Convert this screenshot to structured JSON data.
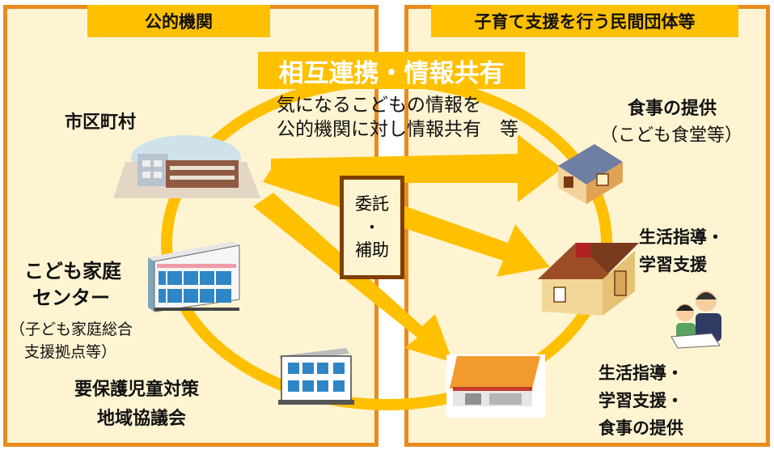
{
  "public_panel": {
    "title": "公的機関",
    "municipality": "市区町村",
    "child_center_line1": "こども家庭",
    "child_center_line2": "センター",
    "child_center_sub1": "（子ども家庭総合",
    "child_center_sub2": "支援拠点等）",
    "council_line1": "要保護児童対策",
    "council_line2": "地域協議会"
  },
  "private_panel": {
    "title": "子育て支援を行う民間団体等",
    "meal_title": "食事の提供",
    "meal_sub": "（こども食堂等）",
    "guidance_line1": "生活指導・",
    "guidance_line2": "学習支援",
    "combined_line1": "生活指導・",
    "combined_line2": "学習支援・",
    "combined_line3": "食事の提供"
  },
  "center": {
    "banner": "相互連携・情報共有",
    "info_line1": "気になるこどもの情報を",
    "info_line2": "公的機関に対し情報共有　等",
    "commission_line1": "委託",
    "commission_dot": "・",
    "commission_line2": "補助"
  },
  "colors": {
    "panel_border": "#e88b1e",
    "panel_fill": "#fff4d2",
    "header_fill": "#ffc000",
    "ring": "#ffc000",
    "banner_fill": "#ffc000",
    "commission_border": "#7f3f00"
  }
}
